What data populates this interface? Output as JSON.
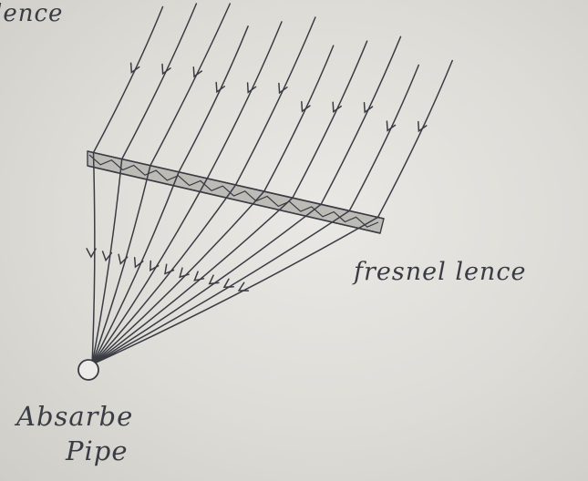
{
  "diagram": {
    "labels": {
      "top_partial": "lence",
      "fresnel": "fresnel lence",
      "absorber_line1": "Absarbe",
      "absorber_line2": "Pipe"
    },
    "elements": {
      "incident_rays": 11,
      "refracted_rays": 11,
      "lens_panel": "fresnel-lens",
      "receiver": "absorber-pipe"
    },
    "colors": {
      "ink": "#3a3c44",
      "paper": "#e3e2de",
      "lens_fill": "#bdbbb6"
    }
  }
}
